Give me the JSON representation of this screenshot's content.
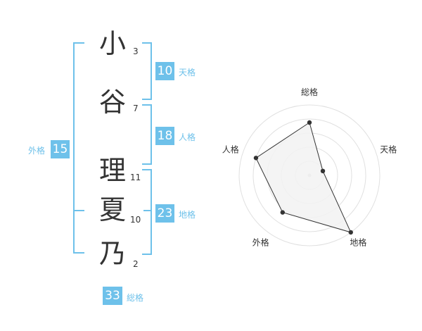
{
  "colors": {
    "accent": "#6ec1ea",
    "text": "#333333",
    "grid": "#e0e0e0",
    "polygon_fill": "#f2f2f2"
  },
  "characters": [
    {
      "char": "小",
      "strokes": "3"
    },
    {
      "char": "谷",
      "strokes": "7"
    },
    {
      "char": "理",
      "strokes": "11"
    },
    {
      "char": "夏",
      "strokes": "10"
    },
    {
      "char": "乃",
      "strokes": "2"
    }
  ],
  "fortunes": {
    "ten": {
      "label": "天格",
      "value": "10"
    },
    "jin": {
      "label": "人格",
      "value": "18"
    },
    "chi": {
      "label": "地格",
      "value": "23"
    },
    "gai": {
      "label": "外格",
      "value": "15"
    },
    "sou": {
      "label": "総格",
      "value": "33"
    }
  },
  "chart_data": {
    "type": "radar",
    "axes": [
      "総格",
      "天格",
      "地格",
      "外格",
      "人格"
    ],
    "values": [
      0.75,
      0.2,
      1.0,
      0.65,
      0.8
    ],
    "max": 1.0,
    "rings": 5
  }
}
